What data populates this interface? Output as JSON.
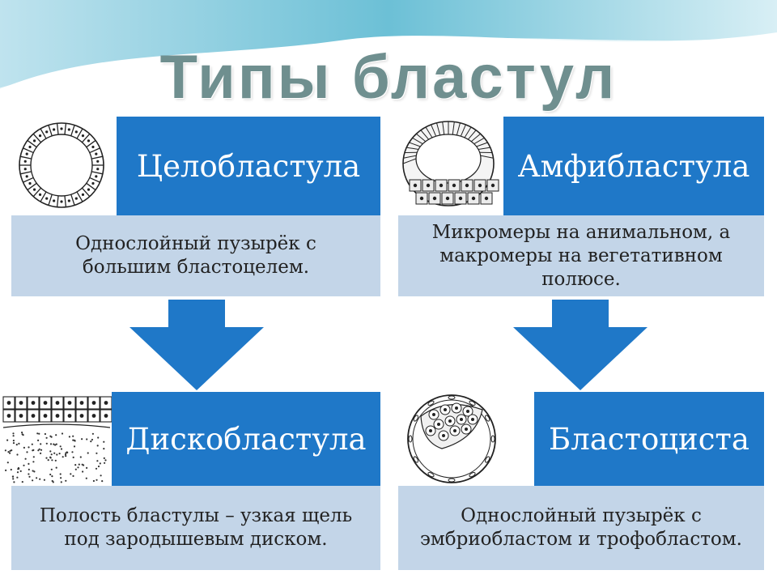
{
  "title": "Типы бластул",
  "colors": {
    "header_blue": "#1f78c8",
    "desc_bg": "#c3d5e8",
    "arrow_blue": "#1f78c8",
    "title_gray": "#6f8f8f",
    "wave_teal": "#7fc4d6"
  },
  "cards": {
    "coeloblastula": {
      "name": "Целобластула",
      "description_lines": [
        "Однослойный пузырёк с",
        "большим бластоцелем."
      ],
      "illustration": "coeloblastula-drawing"
    },
    "amphiblastula": {
      "name": "Амфибластула",
      "description_lines": [
        "Микромеры на анимальном, а",
        "макромеры на вегетативном",
        "полюсе."
      ],
      "illustration": "amphiblastula-drawing"
    },
    "discoblastula": {
      "name": "Дискобластула",
      "description_lines": [
        "Полость бластулы – узкая щель",
        "под зародышевым диском."
      ],
      "illustration": "discoblastula-drawing"
    },
    "blastocyst": {
      "name": "Бластоциста",
      "description_lines": [
        "Однослойный пузырёк с",
        "эмбриобластом и трофобластом."
      ],
      "illustration": "blastocyst-drawing"
    }
  },
  "arrows": [
    "arrow-down-icon",
    "arrow-down-icon"
  ]
}
